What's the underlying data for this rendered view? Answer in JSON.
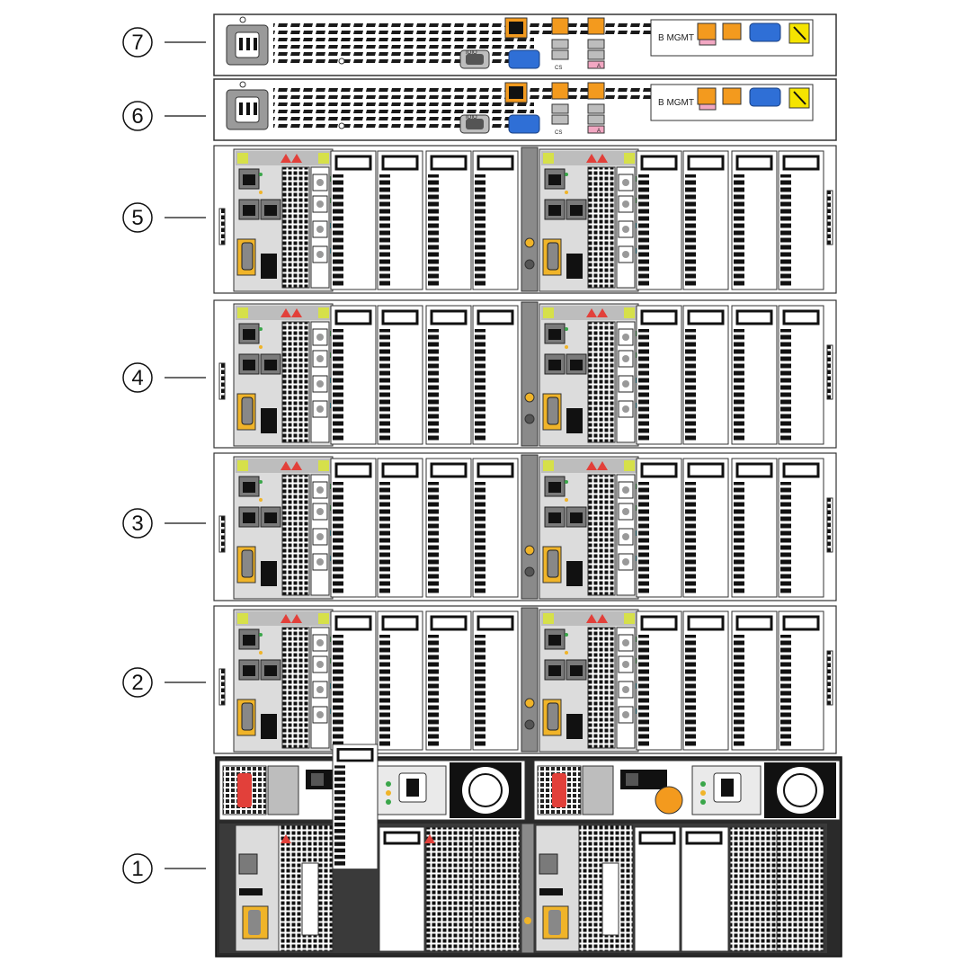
{
  "diagram": {
    "callouts": [
      {
        "id": "7",
        "label": "7"
      },
      {
        "id": "6",
        "label": "6"
      },
      {
        "id": "5",
        "label": "5"
      },
      {
        "id": "4",
        "label": "4"
      },
      {
        "id": "3",
        "label": "3"
      },
      {
        "id": "2",
        "label": "2"
      },
      {
        "id": "1",
        "label": "1"
      }
    ],
    "server_labels": {
      "mgmt": "B MGMT",
      "serial": "IOIO",
      "cs": "CS",
      "a": "A"
    },
    "colors": {
      "frame": "#333333",
      "yellow": "#f5e400",
      "orange": "#f39a1e",
      "amber": "#f0b429",
      "blue": "#2f6fd6",
      "teal": "#27a3b8",
      "green": "#3aa64a",
      "red": "#e2403a",
      "pink": "#f2a7c2",
      "dark": "#1a1a1a",
      "grey": "#9a9a9a"
    }
  }
}
